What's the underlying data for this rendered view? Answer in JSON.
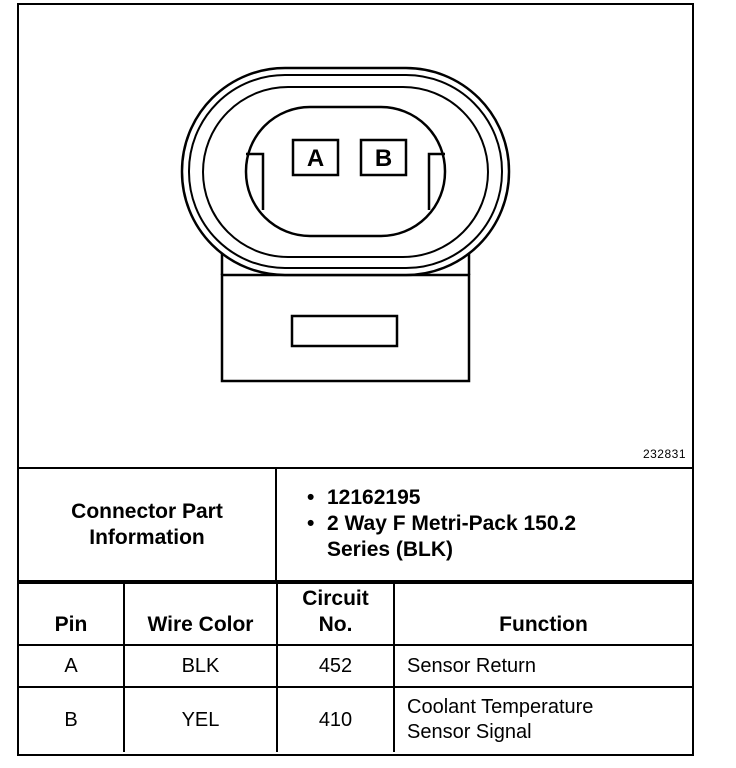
{
  "figure": {
    "id": "232831",
    "terminals": [
      "A",
      "B"
    ]
  },
  "connector_info": {
    "label_lines": [
      "Connector Part",
      "Information"
    ],
    "items": [
      "12162195",
      "2 Way F Metri-Pack 150.2",
      "Series (BLK)"
    ]
  },
  "table": {
    "headers": {
      "pin": "Pin",
      "wire_color": "Wire Color",
      "circuit_no_line1": "Circuit",
      "circuit_no_line2": "No.",
      "function": "Function"
    },
    "rows": [
      {
        "pin": "A",
        "wire_color": "BLK",
        "circuit_no": "452",
        "function_lines": [
          "Sensor Return"
        ]
      },
      {
        "pin": "B",
        "wire_color": "YEL",
        "circuit_no": "410",
        "function_lines": [
          "Coolant Temperature",
          "Sensor Signal"
        ]
      }
    ]
  }
}
